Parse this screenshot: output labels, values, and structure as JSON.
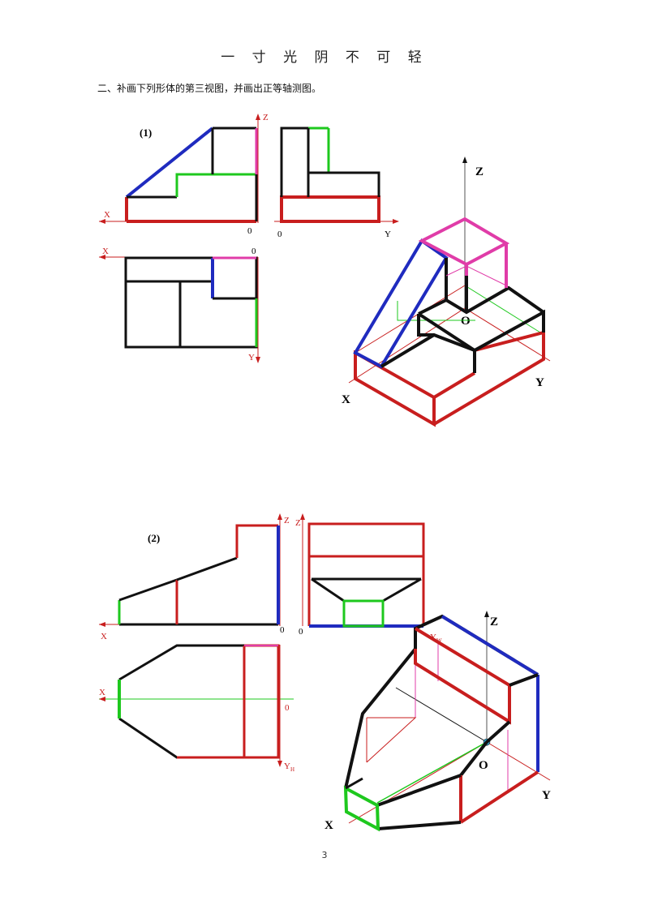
{
  "header": {
    "title": "一 寸 光 阴 不 可 轻"
  },
  "instruction": "二、补画下列形体的第三视图，并画出正等轴测图。",
  "page_number": "3",
  "figure1": {
    "label": "(1)",
    "front_view": {
      "z": "Z",
      "x": "X",
      "o": "0"
    },
    "side_view": {
      "o": "0",
      "y": "Y"
    },
    "top_view": {
      "x": "X",
      "o": "0",
      "y": "Y"
    },
    "iso": {
      "z": "Z",
      "o": "O",
      "x": "X",
      "y": "Y"
    }
  },
  "figure2": {
    "label": "(2)",
    "front_view": {
      "z": "Z",
      "x": "X",
      "o": "0"
    },
    "side_view": {
      "z": "Z",
      "o": "0",
      "y": "Y",
      "y_sub": "W"
    },
    "top_view": {
      "x": "X",
      "o": "0",
      "y": "Y",
      "y_sub": "H"
    },
    "iso": {
      "z": "Z",
      "o": "O",
      "x": "X",
      "y": "Y"
    }
  },
  "colors": {
    "red": "#c81e1e",
    "black": "#111111",
    "green": "#1ec81e",
    "blue": "#1f2bbf",
    "magenta": "#e03ca8"
  }
}
